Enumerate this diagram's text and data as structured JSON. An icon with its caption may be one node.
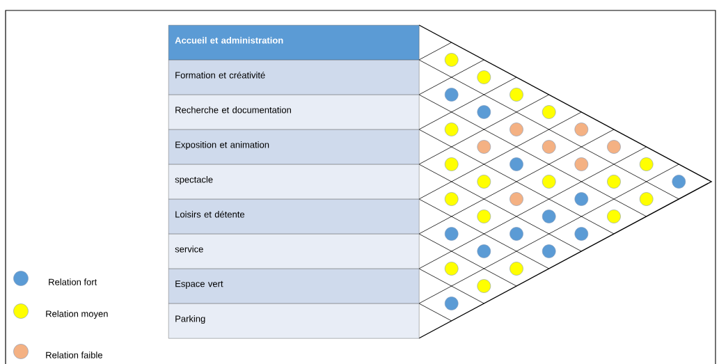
{
  "diagram": {
    "nodes": [
      {
        "text": [
          "Accueil et administration"
        ]
      },
      {
        "text": [
          "Formation et créativité"
        ]
      },
      {
        "text": [
          "Recherche et documentation"
        ]
      },
      {
        "text": [
          "Exposition et animation"
        ]
      },
      {
        "text": [
          "spectacle"
        ]
      },
      {
        "text": [
          "Loisirs et détente"
        ]
      },
      {
        "text": [
          "service"
        ]
      },
      {
        "text": [
          "Espace vert"
        ]
      },
      {
        "text": [
          "Parking"
        ]
      },
      {
        "text": [],
        "shape": "circle"
      },
      {
        "text": [],
        "shape": "circle"
      },
      {
        "text": [],
        "shape": "circle"
      },
      {
        "text": [],
        "shape": "circle"
      },
      {
        "text": [],
        "shape": "circle"
      },
      {
        "text": [],
        "shape": "circle"
      },
      {
        "text": [],
        "shape": "circle"
      },
      {
        "text": [],
        "shape": "circle"
      },
      {
        "text": [],
        "shape": "circle"
      },
      {
        "text": [],
        "shape": "circle"
      },
      {
        "text": [],
        "shape": "circle"
      },
      {
        "text": [],
        "shape": "circle"
      },
      {
        "text": [],
        "shape": "circle"
      },
      {
        "text": [],
        "shape": "circle"
      },
      {
        "text": [],
        "shape": "circle"
      },
      {
        "text": [],
        "shape": "circle"
      },
      {
        "text": [],
        "shape": "circle"
      },
      {
        "text": [],
        "shape": "circle"
      },
      {
        "text": [],
        "shape": "circle"
      },
      {
        "text": [],
        "shape": "circle"
      },
      {
        "text": [],
        "shape": "circle"
      },
      {
        "text": [],
        "shape": "circle"
      },
      {
        "text": [],
        "shape": "circle"
      },
      {
        "text": [],
        "shape": "circle"
      },
      {
        "text": [],
        "shape": "circle"
      },
      {
        "text": [],
        "shape": "circle"
      },
      {
        "text": [],
        "shape": "circle"
      },
      {
        "text": [],
        "shape": "circle"
      },
      {
        "text": [],
        "shape": "circle"
      },
      {
        "text": [],
        "shape": "circle"
      },
      {
        "text": [],
        "shape": "circle"
      },
      {
        "text": [],
        "shape": "circle"
      },
      {
        "text": [],
        "shape": "circle"
      },
      {
        "text": [],
        "shape": "circle"
      },
      {
        "text": [],
        "shape": "circle"
      },
      {
        "text": [],
        "shape": "circle"
      }
    ],
    "legend": [
      {
        "text": "Relation fort",
        "color": "#5b9bd5"
      },
      {
        "text": "Relation moyen",
        "color": "#ffff00"
      },
      {
        "text": "Relation faible",
        "color": "#f4b183"
      }
    ]
  }
}
